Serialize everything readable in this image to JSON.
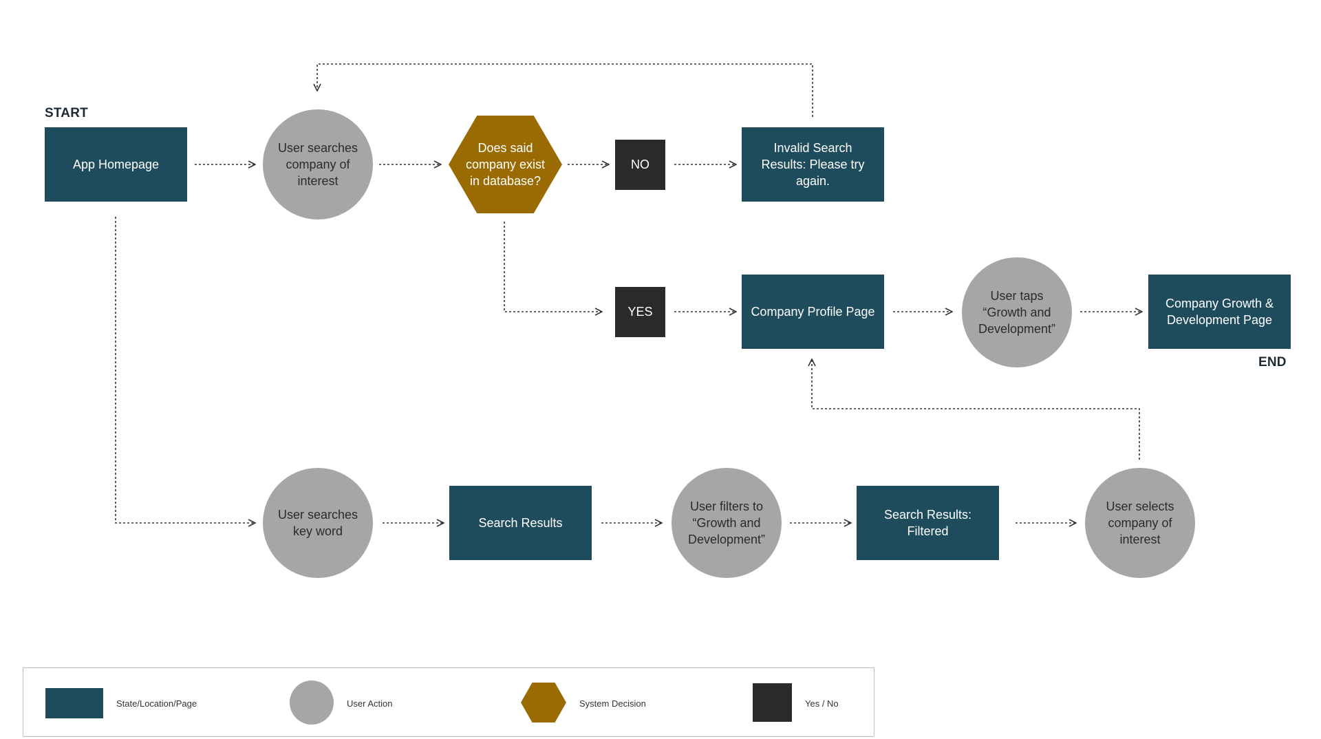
{
  "markers": {
    "start": "START",
    "end": "END"
  },
  "colors": {
    "state": "#1f4c5c",
    "user_action": "#a6a6a6",
    "system_decision": "#9a6b03",
    "yes_no": "#2a2a2a",
    "connector": "#333333"
  },
  "nodes": {
    "app_homepage": "App Homepage",
    "user_searches_company": "User searches\ncompany of\ninterest",
    "decision": "Does said\ncompany exist\nin database?",
    "no": "NO",
    "yes": "YES",
    "invalid_search": "Invalid Search\nResults: Please try\nagain.",
    "company_profile": "Company Profile Page",
    "user_taps": "User taps\n“Growth and\nDevelopment”",
    "company_growth": "Company Growth &\nDevelopment Page",
    "user_searches_keyword": "User searches\nkey word",
    "search_results": "Search Results",
    "user_filters": "User filters to\n“Growth and\nDevelopment”",
    "search_results_filtered": "Search Results:\nFiltered",
    "user_selects": "User selects\ncompany of\ninterest"
  },
  "legend": {
    "state": "State/Location/Page",
    "user_action": "User Action",
    "system_decision": "System Decision",
    "yes_no": "Yes / No"
  }
}
